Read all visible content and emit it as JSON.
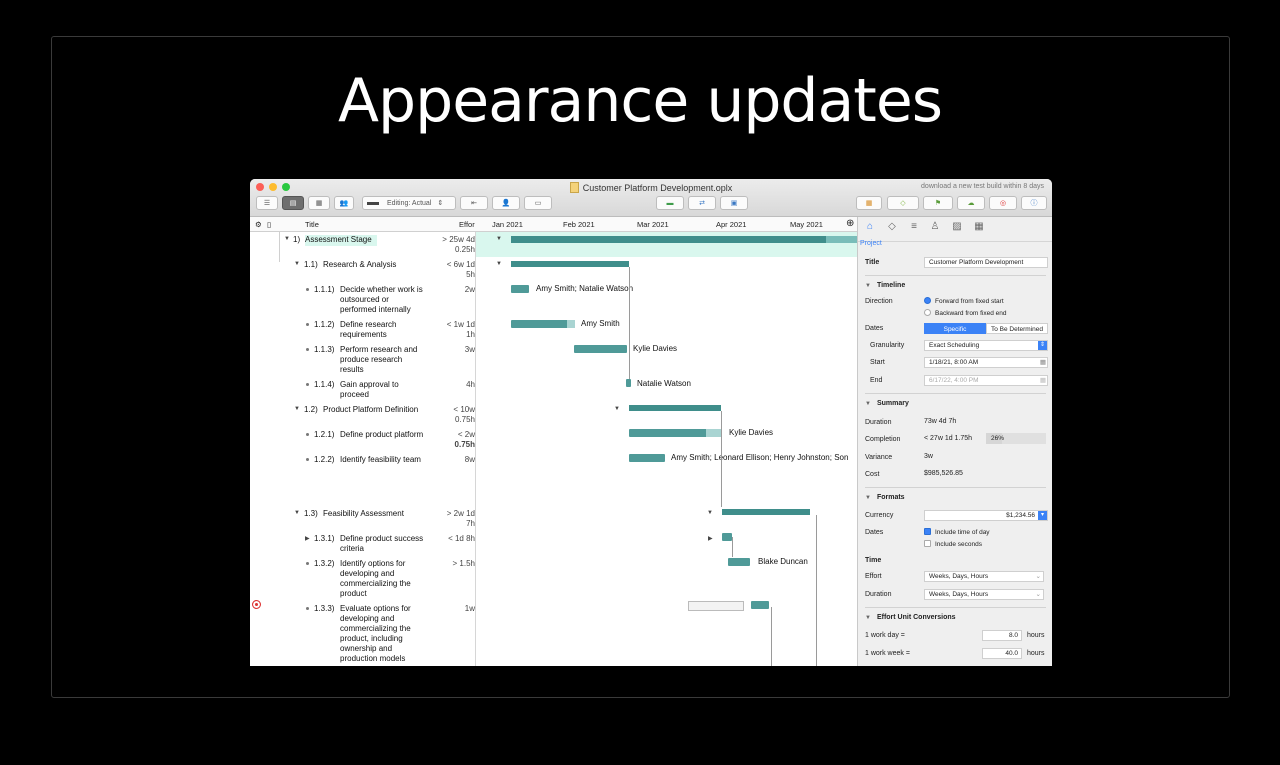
{
  "slide": {
    "title": "Appearance updates"
  },
  "window": {
    "doc_title": "Customer Platform Development.oplx",
    "note": "download a new test build within 8 days",
    "toolbar": {
      "editing": "Editing: Actual"
    }
  },
  "columns": {
    "title": "Title",
    "effort": "Effor",
    "months": [
      "Jan 2021",
      "Feb 2021",
      "Mar 2021",
      "Apr 2021",
      "May 2021"
    ]
  },
  "rows": [
    {
      "num": "1)",
      "title": "Assessment Stage",
      "effort": "> 25w 4d",
      "effort2": "0.25h"
    },
    {
      "num": "1.1)",
      "title": "Research & Analysis",
      "effort": "< 6w 1d",
      "effort2": "5h"
    },
    {
      "num": "1.1.1)",
      "title": "Decide whether work is\noutsourced or\nperformed internally",
      "effort": "2w",
      "effort2": ""
    },
    {
      "num": "1.1.2)",
      "title": "Define research\nrequirements",
      "effort": "< 1w 1d",
      "effort2": "1h"
    },
    {
      "num": "1.1.3)",
      "title": "Perform research and\nproduce research\nresults",
      "effort": "3w",
      "effort2": ""
    },
    {
      "num": "1.1.4)",
      "title": "Gain approval to\nproceed",
      "effort": "4h",
      "effort2": ""
    },
    {
      "num": "1.2)",
      "title": "Product Platform Definition",
      "effort": "< 10w",
      "effort2": "0.75h"
    },
    {
      "num": "1.2.1)",
      "title": "Define product platform",
      "effort": "< 2w",
      "effort2": "0.75h"
    },
    {
      "num": "1.2.2)",
      "title": "Identify feasibility team",
      "effort": "8w",
      "effort2": ""
    },
    {
      "num": "1.3)",
      "title": "Feasibility Assessment",
      "effort": "> 2w 1d",
      "effort2": "7h"
    },
    {
      "num": "1.3.1)",
      "title": "Define product success\ncriteria",
      "effort": "< 1d 8h",
      "effort2": ""
    },
    {
      "num": "1.3.2)",
      "title": "Identify options for\ndeveloping and\ncommercializing the\nproduct",
      "effort": "> 1.5h",
      "effort2": ""
    },
    {
      "num": "1.3.3)",
      "title": "Evaluate options for\ndeveloping and\ncommercializing the\nproduct, including\nownership and\nproduction models",
      "effort": "1w",
      "effort2": ""
    }
  ],
  "gantt_labels": [
    "Amy Smith; Natalie Watson",
    "Amy Smith",
    "Kylie Davies",
    "Natalie Watson",
    "Kylie Davies",
    "Amy Smith; Leonard Ellison; Henry Johnston; Son",
    "Blake Duncan"
  ],
  "inspector": {
    "tab": "Project",
    "title_label": "Title",
    "title_value": "Customer Platform Development",
    "timeline": "Timeline",
    "direction_label": "Direction",
    "direction_opt1": "Forward from fixed start",
    "direction_opt2": "Backward from fixed end",
    "dates_label": "Dates",
    "dates_seg1": "Specific",
    "dates_seg2": "To Be Determined",
    "granularity_label": "Granularity",
    "granularity_value": "Exact Scheduling",
    "start_label": "Start",
    "start_value": "1/18/21, 8:00 AM",
    "end_label": "End",
    "end_value": "6/17/22, 4:00 PM",
    "summary": "Summary",
    "duration_label": "Duration",
    "duration_value": "73w 4d 7h",
    "completion_label": "Completion",
    "completion_value": "< 27w 1d 1.75h",
    "completion_pct": "26%",
    "variance_label": "Variance",
    "variance_value": "3w",
    "cost_label": "Cost",
    "cost_value": "$985,526.85",
    "formats": "Formats",
    "currency_label": "Currency",
    "currency_value": "$1,234.56",
    "fdates_label": "Dates",
    "include_time": "Include time of day",
    "include_seconds": "Include seconds",
    "time": "Time",
    "effort_label": "Effort",
    "effort_value": "Weeks, Days, Hours",
    "fduration_label": "Duration",
    "fduration_value": "Weeks, Days, Hours",
    "euc": "Effort Unit Conversions",
    "workday_label": "1 work day =",
    "workday_value": "8.0",
    "workday_unit": "hours",
    "workweek_label": "1 work week =",
    "workweek_value": "40.0",
    "workweek_unit": "hours"
  },
  "colors": {
    "bar": "#4f9a98",
    "bar_rest": "#a9d4d2",
    "selected_row": "#d9f7ee",
    "accent": "#3b82f6"
  }
}
